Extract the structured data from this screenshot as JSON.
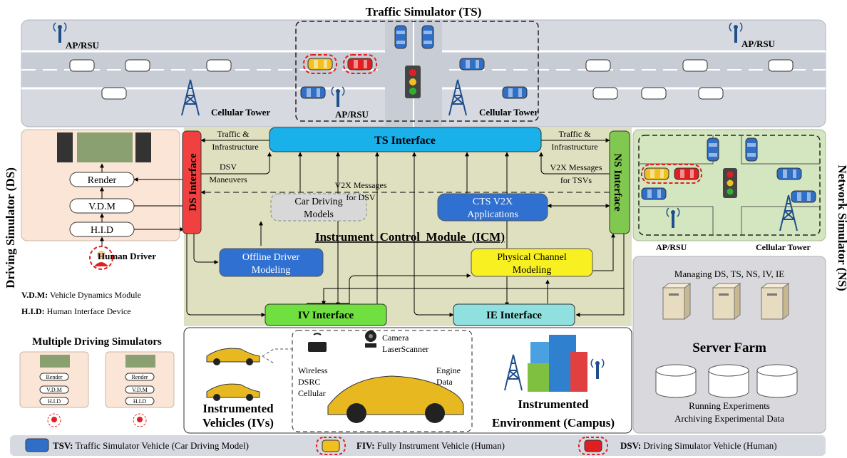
{
  "ts": {
    "title": "Traffic Simulator (TS)",
    "ap_rsu": "AP/RSU",
    "cellular_tower": "Cellular Tower"
  },
  "ds": {
    "title": "Driving Simulator (DS)",
    "render": "Render",
    "vdm": "V.D.M",
    "hid": "H.I.D",
    "human_driver": "Human Driver",
    "vdm_def_key": "V.D.M:",
    "vdm_def": "Vehicle Dynamics Module",
    "hid_def_key": "H.I.D:",
    "hid_def": "Human Interface Device",
    "multiple": "Multiple Driving Simulators"
  },
  "icm": {
    "title": "Instrument  Control  Module  (ICM)",
    "ts_interface": "TS Interface",
    "ds_interface": "DS Interface",
    "ns_interface": "NS Interface",
    "iv_interface": "IV Interface",
    "ie_interface": "IE Interface",
    "car_driving_models": [
      "Car Driving",
      "Models"
    ],
    "cts_v2x": [
      "CTS V2X",
      "Applications"
    ],
    "offline_driver": [
      "Offline Driver",
      "Modeling"
    ],
    "physical_channel": [
      "Physical Channel",
      "Modeling"
    ],
    "traffic_infra_left": [
      "Traffic &",
      "Infrastructure"
    ],
    "traffic_infra_right": [
      "Traffic &",
      "Infrastructure"
    ],
    "dsv_maneuvers": [
      "DSV",
      "Maneuvers"
    ],
    "v2x_dsv": [
      "V2X Messages",
      "for DSV"
    ],
    "v2x_tsv": [
      "V2X Messages",
      "for TSVs"
    ]
  },
  "ns": {
    "title": "Network Simulator (NS)",
    "ap_rsu": "AP/RSU",
    "cellular_tower": "Cellular Tower"
  },
  "server": {
    "managing": "Managing DS, TS, NS, IV, IE",
    "title": "Server Farm",
    "running": "Running Experiments",
    "archiving": "Archiving Experimental Data"
  },
  "iv": {
    "camera": "Camera",
    "laser": "LaserScanner",
    "wireless": [
      "Wireless",
      "DSRC",
      "Cellular"
    ],
    "engine": [
      "Engine",
      "Data"
    ],
    "title": [
      "Instrumented",
      "Vehicles (IVs)"
    ]
  },
  "ie": {
    "title": [
      "Instrumented",
      "Environment (Campus)"
    ]
  },
  "legend": [
    {
      "key": "TSV:",
      "text": "Traffic Simulator Vehicle (Car Driving Model)",
      "color": "#2f6fc8"
    },
    {
      "key": "FIV:",
      "text": "Fully Instrument Vehicle (Human)",
      "color": "#f0c020"
    },
    {
      "key": "DSV:",
      "text": "Driving Simulator Vehicle (Human)",
      "color": "#e02020"
    }
  ]
}
